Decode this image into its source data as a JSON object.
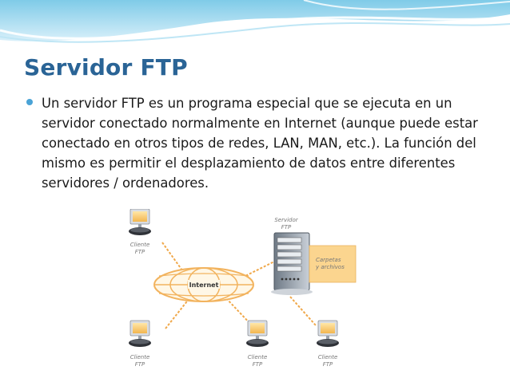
{
  "slide": {
    "title": "Servidor FTP",
    "bullet": "Un servidor FTP es un programa especial que se ejecuta en un servidor conectado normalmente en Internet (aunque puede estar conectado en otros tipos de redes, LAN, MAN, etc.). La función del mismo es permitir el desplazamiento de datos entre diferentes servidores / ordenadores."
  },
  "diagram": {
    "internet_label": "Internet",
    "server_label_1": "Servidor",
    "server_label_2": "FTP",
    "folder_label_1": "Carpetas",
    "folder_label_2": "y archivos",
    "client_label_1": "Cliente",
    "client_label_2": "FTP"
  },
  "colors": {
    "title": "#2a6496",
    "bullet": "#4aa3d6",
    "globe": "#f2b35e",
    "folder_box": "#fbd58f"
  }
}
